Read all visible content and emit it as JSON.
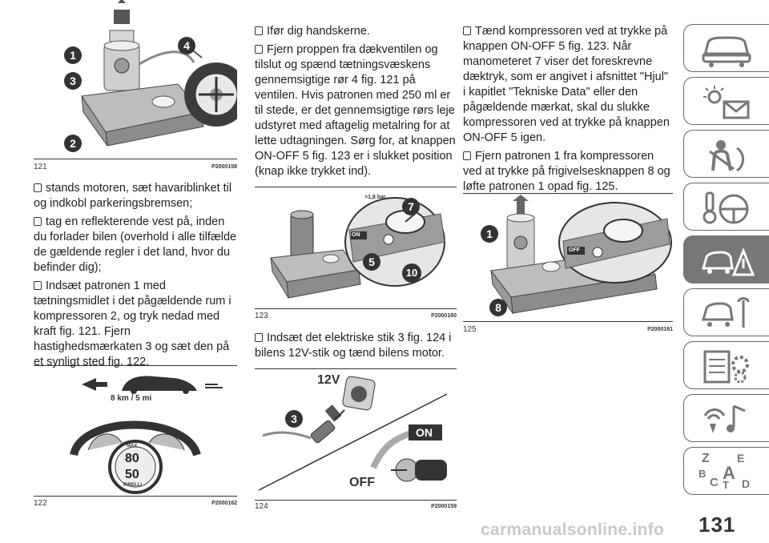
{
  "page_number": "131",
  "watermark": "carmanualsonline.info",
  "figures": {
    "fig121": {
      "num": "121",
      "code": "P2000158",
      "callouts": [
        "1",
        "4",
        "3",
        "2"
      ]
    },
    "fig122": {
      "num": "122",
      "code": "P2000162",
      "speed_label": "8 km / 5 mi",
      "gauge_top": "80",
      "gauge_bottom": "50",
      "gauge_ring_top": "MAX",
      "gauge_ring_bottom": "PIRELLI"
    },
    "fig123": {
      "num": "123",
      "code": "P2000160",
      "pressure": ">1,8 bar",
      "on_label": "ON",
      "callouts": [
        "7",
        "5",
        "10"
      ]
    },
    "fig124": {
      "num": "124",
      "code": "P2000159",
      "volt_label": "12V",
      "on_label": "ON",
      "off_label": "OFF",
      "callouts": [
        "3"
      ]
    },
    "fig125": {
      "num": "125",
      "code": "P2000161",
      "off_label": "OFF",
      "callouts": [
        "1",
        "8"
      ]
    }
  },
  "col1_text": [
    "stands motoren, sæt havariblinket til og indkobl parkeringsbremsen;",
    "tag en reflekterende vest på, inden du forlader bilen (overhold i alle tilfælde de gældende regler i det land, hvor du befinder dig);",
    "Indsæt patronen 1 med tætningsmidlet i det pågældende rum i kompressoren 2, og tryk nedad med kraft fig. 121. Fjern hastighedsmærkaten 3 og sæt den på et synligt sted fig. 122."
  ],
  "col2_text_top": [
    "Ifør dig handskerne.",
    "Fjern proppen fra dækventilen og tilslut og spænd tætningsvæskens gennemsigtige rør 4 fig. 121 på ventilen. Hvis patronen med 250 ml er til stede, er det gennemsigtige rørs leje udstyret med aftagelig metalring for at lette udtagningen. Sørg for, at knappen ON-OFF 5 fig. 123 er i slukket position (knap ikke trykket ind)."
  ],
  "col2_text_mid": [
    "Indsæt det elektriske stik 3 fig. 124 i bilens 12V-stik og tænd bilens motor."
  ],
  "col3_text": [
    "Tænd kompressoren ved at trykke på knappen ON-OFF 5 fig. 123. Når manometeret 7 viser det foreskrevne dæktryk, som er angivet i afsnittet \"Hjul\" i kapitlet \"Tekniske Data\" eller den pågældende mærkat, skal du slukke kompressoren ved at trykke på knappen ON-OFF 5 igen.",
    "Fjern patronen 1 fra kompressoren ved at trykke på frigivelsesknappen 8 og løfte patronen 1 opad fig. 125."
  ],
  "sidebar_tabs": [
    {
      "name": "car-dashboard-icon",
      "active": false
    },
    {
      "name": "warning-lights-icon",
      "active": false
    },
    {
      "name": "safety-airbag-icon",
      "active": false
    },
    {
      "name": "starting-driving-icon",
      "active": false
    },
    {
      "name": "emergency-icon",
      "active": true
    },
    {
      "name": "maintenance-icon",
      "active": false
    },
    {
      "name": "technical-data-icon",
      "active": false
    },
    {
      "name": "multimedia-icon",
      "active": false
    },
    {
      "name": "index-icon",
      "active": false
    }
  ],
  "index_letters": [
    "Z",
    "E",
    "B",
    "A",
    "C",
    "T",
    "D"
  ],
  "colors": {
    "ink": "#222222",
    "tab_active": "#777777",
    "tab_border": "#666666",
    "callout_bg": "#333333"
  }
}
